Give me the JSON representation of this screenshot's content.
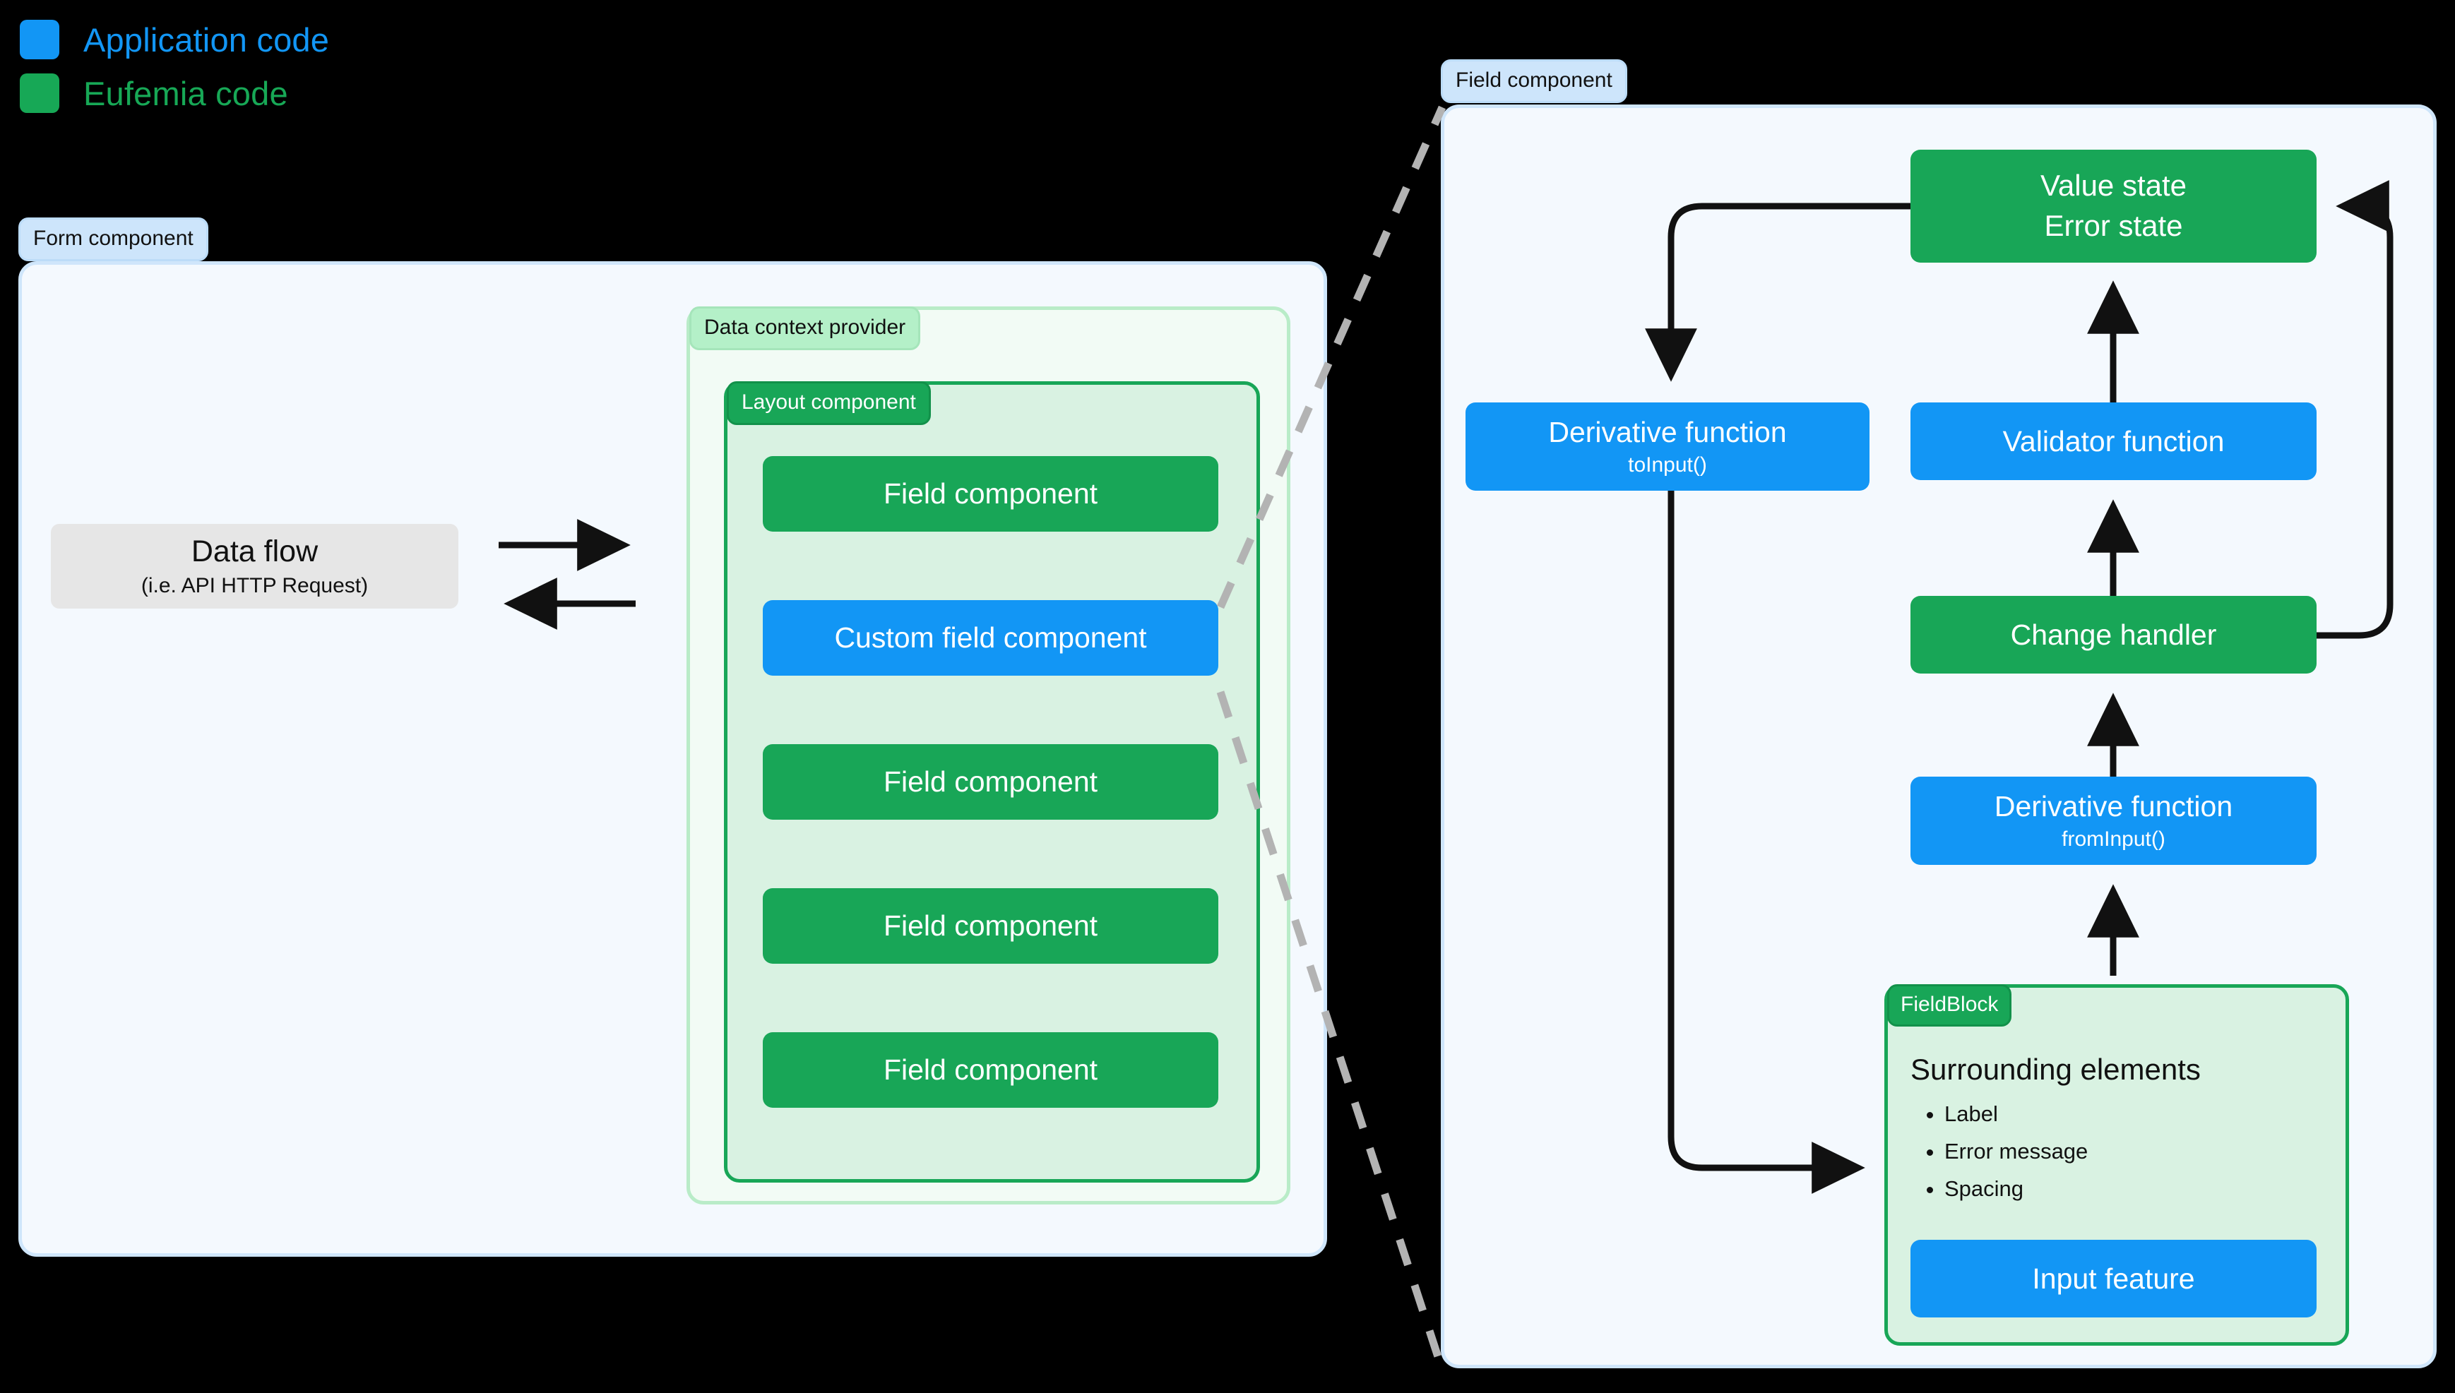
{
  "legend": {
    "items": [
      {
        "label": "Application code",
        "color": "#1296f5",
        "swatch": "blue-swatch"
      },
      {
        "label": "Eufemia code",
        "color": "#17a856",
        "swatch": "green-swatch"
      }
    ]
  },
  "form_panel": {
    "badge": "Form component",
    "data_flow": {
      "title": "Data flow",
      "subtitle": "(i.e. API HTTP Request)"
    },
    "arrows": {
      "right": "arrow-right",
      "left": "arrow-left"
    },
    "data_context_provider": {
      "badge": "Data context provider",
      "layout_component": {
        "badge": "Layout component",
        "fields": [
          {
            "label": "Field component",
            "kind": "eufemia"
          },
          {
            "label": "Custom field component",
            "kind": "application"
          },
          {
            "label": "Field component",
            "kind": "eufemia"
          },
          {
            "label": "Field component",
            "kind": "eufemia"
          },
          {
            "label": "Field component",
            "kind": "eufemia"
          }
        ]
      }
    }
  },
  "field_panel": {
    "badge": "Field component",
    "nodes": {
      "value_state": {
        "line1": "Value state",
        "line2": "Error state",
        "kind": "eufemia"
      },
      "derivative_to_input": {
        "title": "Derivative function",
        "subtitle": "toInput()",
        "kind": "application"
      },
      "validator": {
        "title": "Validator function",
        "kind": "application"
      },
      "change_handler": {
        "title": "Change handler",
        "kind": "eufemia"
      },
      "derivative_from_input": {
        "title": "Derivative function",
        "subtitle": "fromInput()",
        "kind": "application"
      },
      "input_feature": {
        "title": "Input feature",
        "kind": "application"
      }
    },
    "field_block": {
      "badge": "FieldBlock",
      "surrounding_title": "Surrounding elements",
      "surrounding_items": [
        "Label",
        "Error message",
        "Spacing"
      ]
    }
  },
  "colors": {
    "application": "#1296f5",
    "eufemia": "#18a657",
    "panel_blue_bg": "#f4f9fe",
    "panel_blue_border": "#cfe6fb",
    "badge_blue_bg": "#cde5fb",
    "panel_green_bg": "#f2fbf5",
    "panel_green_border": "#b9ecc8",
    "badge_green_bg": "#b4f0c8",
    "layout_bg": "#d9f2e2",
    "neutral_box": "#e6e6e6",
    "connector": "#111111",
    "dashed_connector": "#b3b3b3",
    "background": "#000000"
  }
}
